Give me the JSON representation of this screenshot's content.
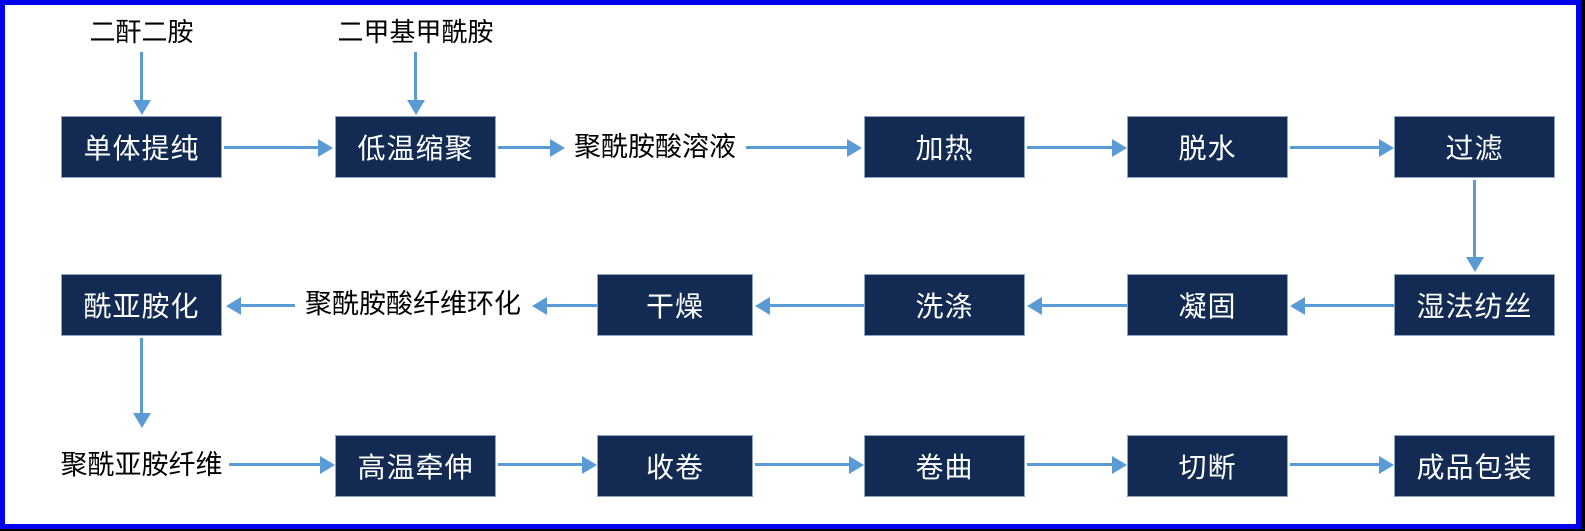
{
  "colors": {
    "box_fill": "#132b53",
    "box_border": "#8fa5c8",
    "box_text": "#ffffff",
    "arrow": "#5b9bd5",
    "frame": "#0101f0",
    "label_text": "#000000",
    "background": "#ffffff"
  },
  "top_labels": {
    "dianhydride_diamine": "二酐二胺",
    "dimethylformamide": "二甲基甲酰胺"
  },
  "row1": {
    "monomer_purification": "单体提纯",
    "low_temp_polycondensation": "低温缩聚",
    "polyamic_acid_solution": "聚酰胺酸溶液",
    "heating": "加热",
    "dehydration": "脱水",
    "filtration": "过滤"
  },
  "row2": {
    "wet_spinning": "湿法纺丝",
    "coagulation": "凝固",
    "washing": "洗涤",
    "drying": "干燥",
    "polyamic_acid_fiber_cyclization": "聚酰胺酸纤维环化",
    "imidization": "酰亚胺化"
  },
  "row3": {
    "polyimide_fiber": "聚酰亚胺纤维",
    "high_temp_drawing": "高温牵伸",
    "winding": "收卷",
    "crimping": "卷曲",
    "cutting": "切断",
    "packaging": "成品包装"
  }
}
